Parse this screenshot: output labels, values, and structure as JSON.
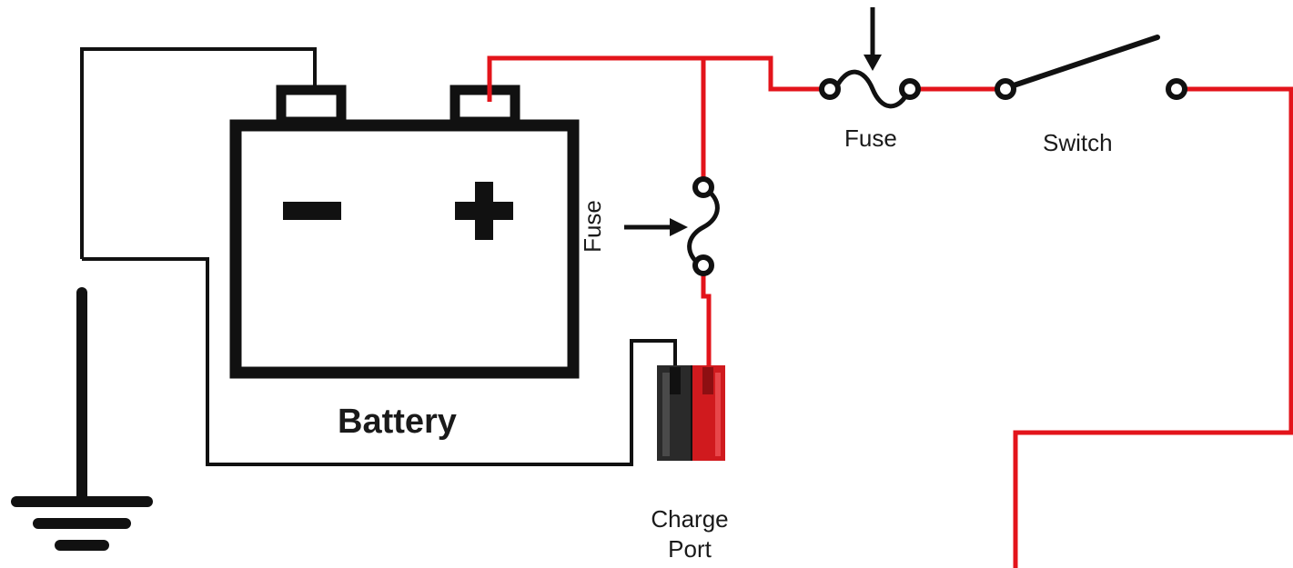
{
  "labels": {
    "battery": "Battery",
    "battery_negative": "−",
    "battery_positive": "+",
    "fuse_main": "Fuse",
    "fuse_charge": "Fuse",
    "switch": "Switch",
    "charge_port_line1": "Charge",
    "charge_port_line2": "Port"
  },
  "colors": {
    "positive_wire": "#e3141b",
    "negative_wire": "#111111",
    "connector_black": "#2a2a2a",
    "connector_red": "#d01a1e"
  }
}
